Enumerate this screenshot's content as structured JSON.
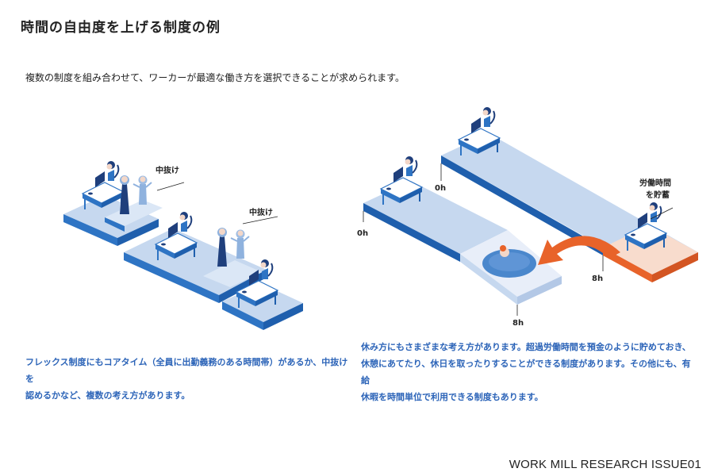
{
  "title": "時間の自由度を上げる制度の例",
  "subtitle": "複数の制度を組み合わせて、ワーカーが最適な働き方を選択できることが求められます。",
  "left": {
    "label_1": "中抜け",
    "label_2": "中抜け",
    "caption_line1": "フレックス制度にもコアタイム（全員に出勤義務のある時間帯）があるか、中抜けを",
    "caption_line2": "認めるかなど、複数の考え方があります。"
  },
  "right": {
    "label_0h_upper": "0h",
    "label_0h_lower": "0h",
    "label_8h_upper": "8h",
    "label_8h_lower": "8h",
    "bank_line1": "労働時間",
    "bank_line2": "を貯蓄",
    "caption_line1": "休み方にもさまざまな考え方があります。超過労働時間を預金のように貯めておき、",
    "caption_line2": "休憩にあてたり、休日を取ったりすることができる制度があります。その他にも、有給",
    "caption_line3": "休暇を時間単位で利用できる制度もあります。"
  },
  "colors": {
    "top": "#c6d8ef",
    "side_dark": "#1f5fad",
    "side_mid": "#2e74c4",
    "orange": "#e8632a",
    "peach": "#f8dccd",
    "navy": "#1f3f7c",
    "caption": "#2c64b8"
  },
  "footer": "WORK MILL RESEARCH ISSUE01"
}
